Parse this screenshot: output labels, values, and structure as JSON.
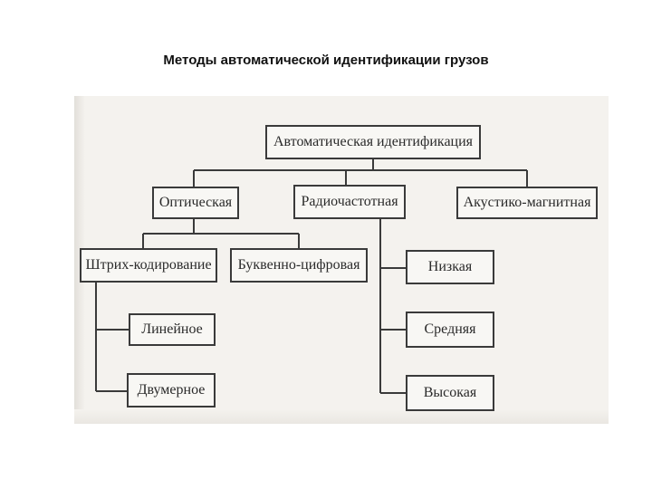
{
  "title": "Методы автоматической идентификации грузов",
  "diagram": {
    "root": "Автоматическая идентификация",
    "categories": {
      "optical": "Оптическая",
      "radio": "Радиочастотная",
      "acoustic": "Акустико-магнитная"
    },
    "optical_children": {
      "barcode": "Штрих-кодирование",
      "alphanumeric": "Буквенно-цифровая"
    },
    "barcode_children": {
      "linear": "Линейное",
      "two_dimensional": "Двумерное"
    },
    "radio_children": {
      "low": "Низкая",
      "medium": "Средняя",
      "high": "Высокая"
    }
  },
  "colors": {
    "line": "#3a3a3a",
    "scan_background": "#f4f2ee"
  }
}
